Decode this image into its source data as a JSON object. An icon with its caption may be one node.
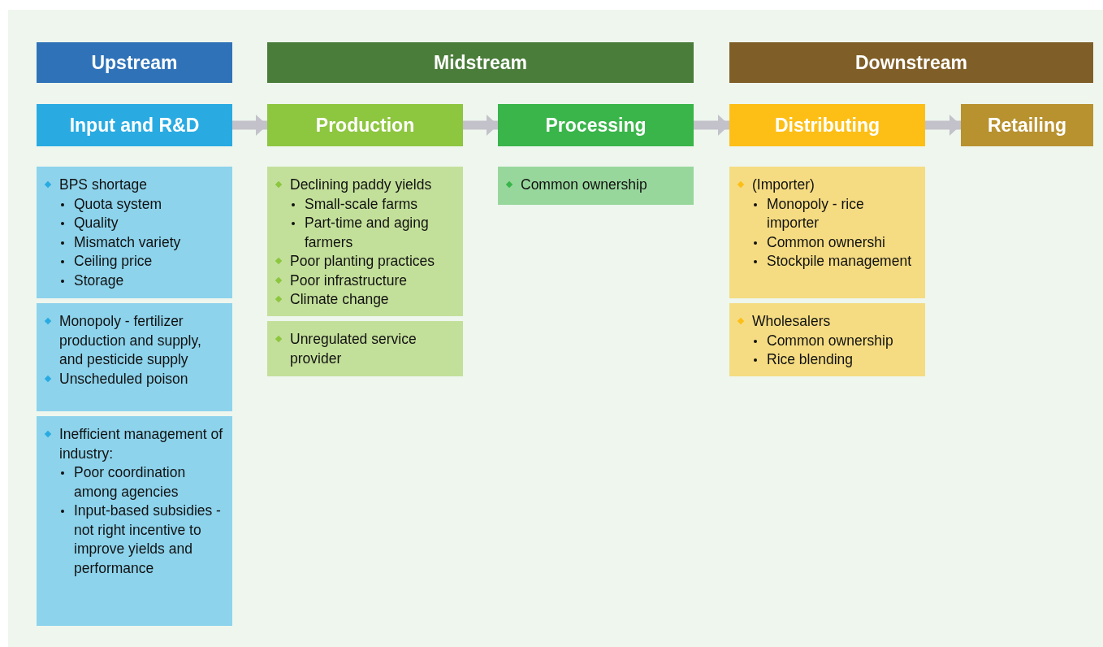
{
  "diagram": {
    "nodes": [
      {
        "text": [
          "Upstream"
        ]
      },
      {
        "text": [
          "Midstream"
        ]
      },
      {
        "text": [
          "Downstream"
        ]
      },
      {
        "text": [
          "Input and R&D"
        ]
      },
      {
        "text": [
          "Production"
        ]
      },
      {
        "text": [
          "Processing"
        ]
      },
      {
        "text": [
          "Distributing"
        ]
      },
      {
        "text": [
          "Retailing"
        ]
      },
      {
        "text": [
          "BPS shortage",
          "Quota system",
          "Quality",
          "Mismatch variety",
          "Ceiling price",
          "Storage"
        ]
      },
      {
        "text": [
          "Monopoly - fertilizer production and supply, and pesticide supply",
          "Unscheduled poison"
        ]
      },
      {
        "text": [
          "Inefficient management of industry:",
          "Poor coordination among agencies",
          "Input-based subsidies - not right incentive to improve yields and performance"
        ]
      },
      {
        "text": [
          "Declining paddy yields",
          "Small-scale farms",
          "Part-time and aging farmers",
          "Poor planting practices",
          "Poor infrastructure",
          "Climate change"
        ]
      },
      {
        "text": [
          "Unregulated service provider"
        ]
      },
      {
        "text": [
          "Common ownership"
        ]
      },
      {
        "text": [
          "(Importer)",
          "Monopoly - rice importer",
          "Common ownershi",
          "Stockpile management"
        ]
      },
      {
        "text": [
          "Wholesalers",
          "Common ownership",
          "Rice blending"
        ]
      }
    ],
    "edges": [
      {
        "from": 3,
        "to": 4,
        "arrow": "to"
      },
      {
        "from": 4,
        "to": 5,
        "arrow": "to"
      },
      {
        "from": 5,
        "to": 6,
        "arrow": "to"
      },
      {
        "from": 6,
        "to": 7,
        "arrow": "to"
      }
    ]
  }
}
